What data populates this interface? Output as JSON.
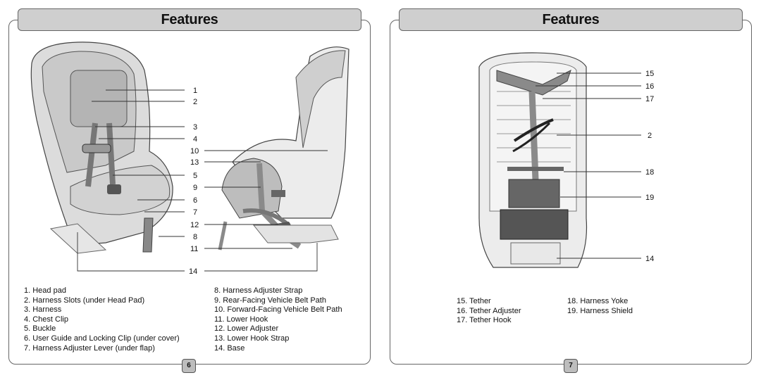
{
  "left_page": {
    "title": "Features",
    "page_number": "6",
    "callouts": [
      "1",
      "2",
      "3",
      "4",
      "10",
      "13",
      "5",
      "9",
      "6",
      "7",
      "12",
      "8",
      "11",
      "14"
    ],
    "legend_col1": [
      "1.  Head pad",
      "2.  Harness Slots (under Head Pad)",
      "3.  Harness",
      "4.  Chest Clip",
      "5.  Buckle",
      "6.  User Guide and Locking Clip (under cover)",
      "7.  Harness Adjuster Lever (under flap)"
    ],
    "legend_col2": [
      "8. Harness Adjuster Strap",
      "9. Rear-Facing Vehicle Belt Path",
      "10. Forward-Facing Vehicle Belt Path",
      "11. Lower Hook",
      "12. Lower Adjuster",
      "13. Lower Hook Strap",
      "14. Base"
    ]
  },
  "right_page": {
    "title": "Features",
    "page_number": "7",
    "callouts": [
      "15",
      "16",
      "17",
      "2",
      "18",
      "19",
      "14"
    ],
    "legend_col1": [
      "15. Tether",
      "16. Tether Adjuster",
      "17. Tether Hook"
    ],
    "legend_col2": [
      "18. Harness Yoke",
      "19. Harness Shield"
    ]
  },
  "colors": {
    "title_bar": "#cfcfcf",
    "border": "#666666",
    "seat_fill": "#d9d9d9",
    "shell_fill": "#ececec",
    "strap": "#8a8a8a"
  }
}
